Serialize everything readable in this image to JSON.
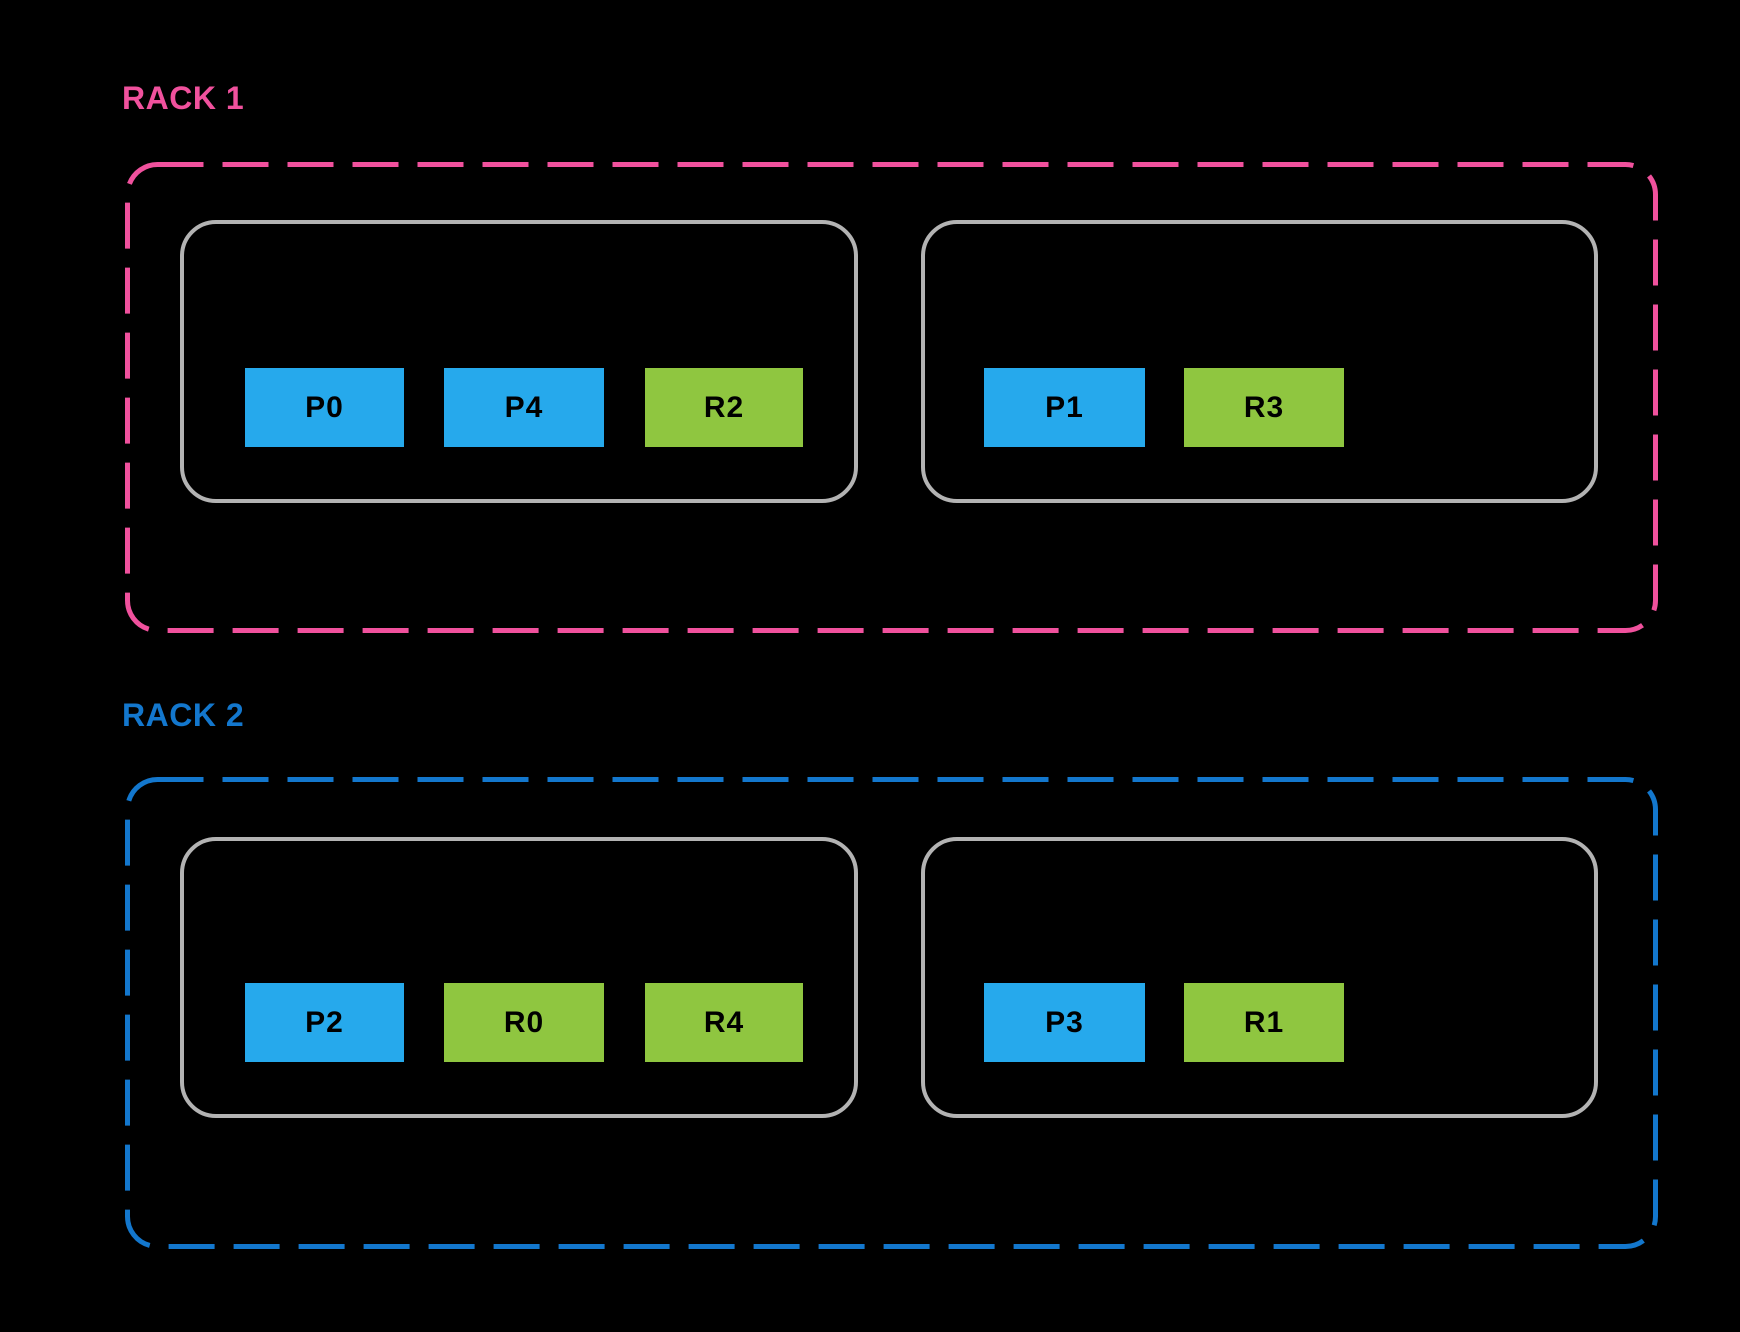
{
  "palette": {
    "background": "#000000",
    "rack1_accent": "#F0519D",
    "rack2_accent": "#1377CD",
    "host_border": "#B3B3B3",
    "primary_blue": "#26A9EC",
    "replica_green": "#8FC640",
    "box_text": "#000000"
  },
  "racks": [
    {
      "label": "RACK 1",
      "hosts": [
        {
          "boxes": [
            {
              "label": "P0",
              "kind": "primary"
            },
            {
              "label": "P4",
              "kind": "primary"
            },
            {
              "label": "R2",
              "kind": "replica"
            }
          ]
        },
        {
          "boxes": [
            {
              "label": "P1",
              "kind": "primary"
            },
            {
              "label": "R3",
              "kind": "replica"
            }
          ]
        }
      ]
    },
    {
      "label": "RACK 2",
      "hosts": [
        {
          "boxes": [
            {
              "label": "P2",
              "kind": "primary"
            },
            {
              "label": "R0",
              "kind": "replica"
            },
            {
              "label": "R4",
              "kind": "replica"
            }
          ]
        },
        {
          "boxes": [
            {
              "label": "P3",
              "kind": "primary"
            },
            {
              "label": "R1",
              "kind": "replica"
            }
          ]
        }
      ]
    }
  ]
}
